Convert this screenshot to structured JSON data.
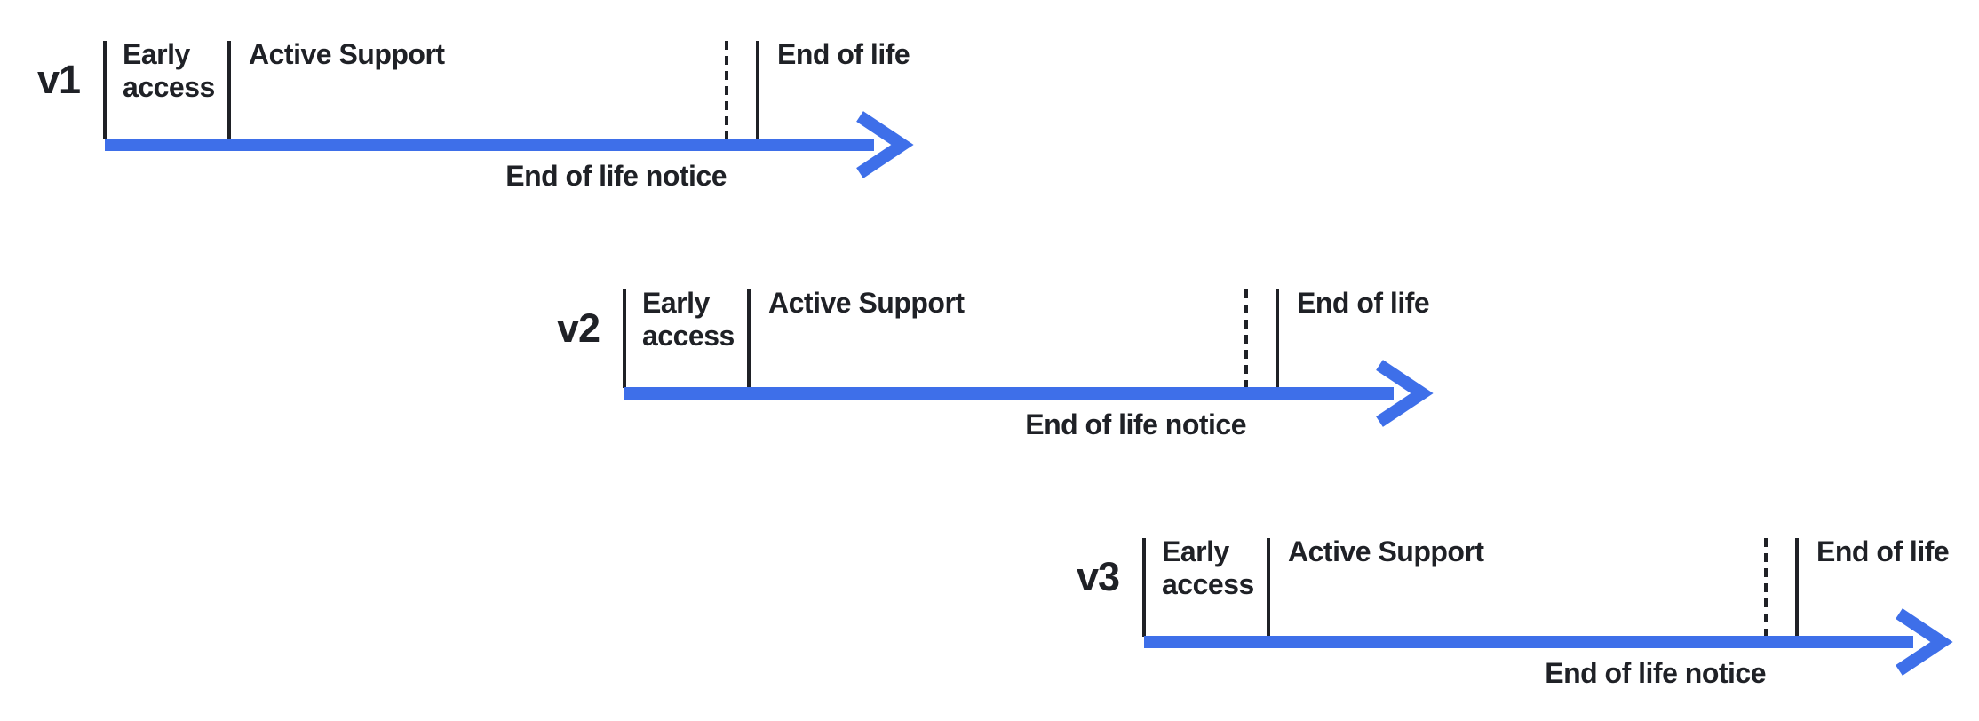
{
  "colors": {
    "arrow_blue": "#3e6fe9",
    "text_ink": "#1f2126",
    "background": "#ffffff"
  },
  "timelines": [
    {
      "version": "v1",
      "early_access_label": "Early access",
      "active_support_label": "Active Support",
      "end_of_life_label": "End of life",
      "end_of_life_notice_label": "End of life notice"
    },
    {
      "version": "v2",
      "early_access_label": "Early access",
      "active_support_label": "Active Support",
      "end_of_life_label": "End of life",
      "end_of_life_notice_label": "End of life notice"
    },
    {
      "version": "v3",
      "early_access_label": "Early access",
      "active_support_label": "Active Support",
      "end_of_life_label": "End of life",
      "end_of_life_notice_label": "End of life notice"
    }
  ]
}
